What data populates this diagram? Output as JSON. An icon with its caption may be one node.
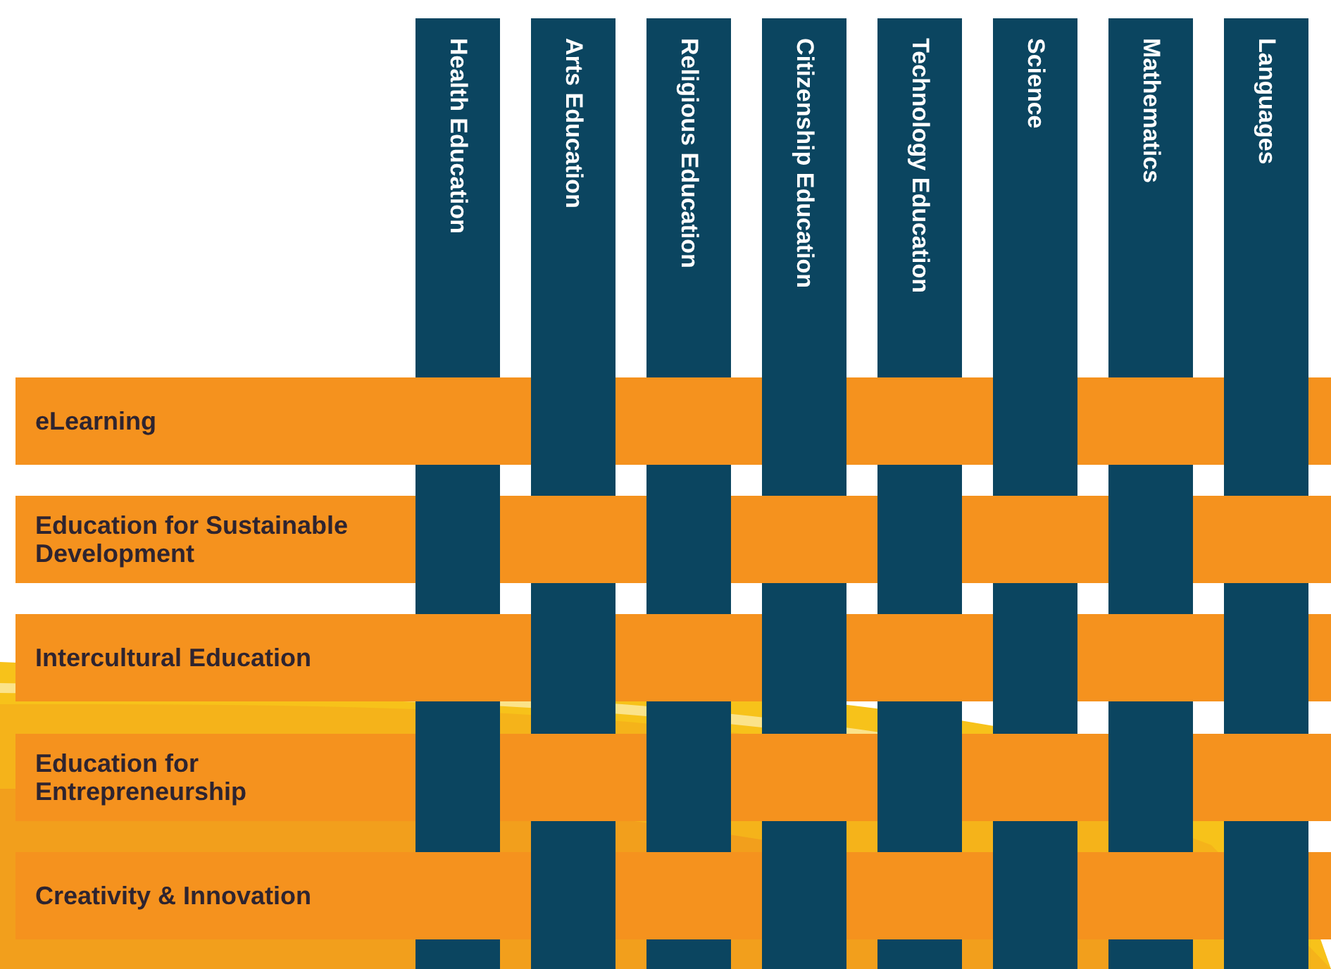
{
  "diagram": {
    "nodes": [
      {
        "text": [
          "Health Education"
        ]
      },
      {
        "text": [
          "Arts Education"
        ]
      },
      {
        "text": [
          "Religious Education"
        ]
      },
      {
        "text": [
          "Citizenship Education"
        ]
      },
      {
        "text": [
          "Technology Education"
        ]
      },
      {
        "text": [
          "Science"
        ]
      },
      {
        "text": [
          "Mathematics"
        ]
      },
      {
        "text": [
          "Languages"
        ]
      },
      {
        "text": [
          "eLearning"
        ]
      },
      {
        "text": [
          "Education for Sustainable Development"
        ]
      },
      {
        "text": [
          "Intercultural Education"
        ]
      },
      {
        "text": [
          "Education for Entrepreneurship"
        ]
      },
      {
        "text": [
          "Creativity & Innovation"
        ]
      }
    ]
  }
}
